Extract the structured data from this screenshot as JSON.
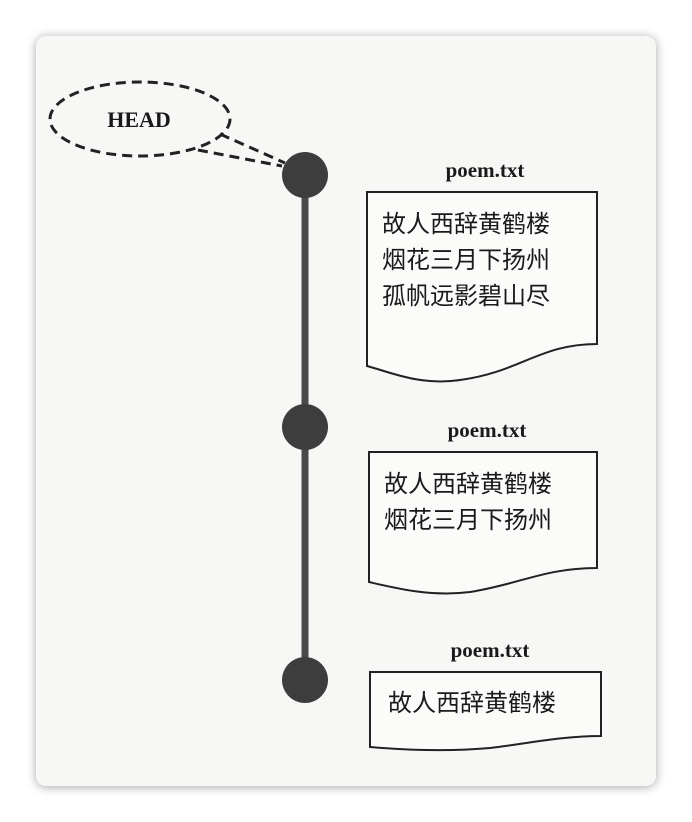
{
  "head_label": "HEAD",
  "commits": [
    {
      "filename": "poem.txt",
      "lines": [
        "故人西辞黄鹤楼",
        "烟花三月下扬州",
        "孤帆远影碧山尽"
      ]
    },
    {
      "filename": "poem.txt",
      "lines": [
        "故人西辞黄鹤楼",
        "烟花三月下扬州"
      ]
    },
    {
      "filename": "poem.txt",
      "lines": [
        "故人西辞黄鹤楼"
      ]
    }
  ],
  "colors": {
    "node": "#3d3d3d",
    "timeline": "#4a4a4a",
    "outline": "#222222",
    "text": "#1a1a1a"
  }
}
